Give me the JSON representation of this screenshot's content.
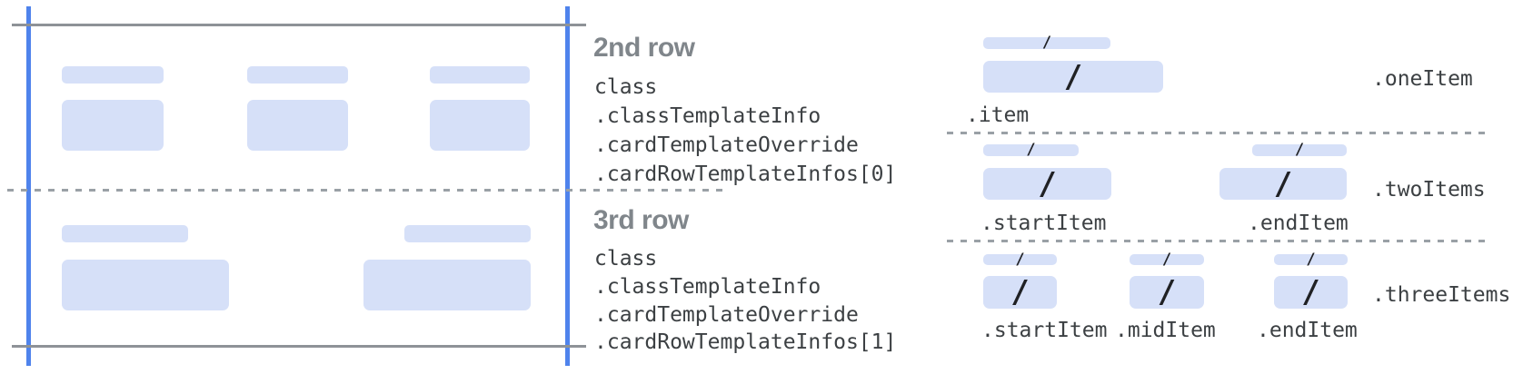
{
  "colors": {
    "accent_blue": "#4f83ec",
    "bar_fill": "#d6e0f8",
    "solid_line_gray": "#8e9297",
    "dashed_line_gray": "#9aa0a6",
    "heading_gray": "#80868b",
    "code_text": "#3c4043",
    "slash_dark": "#202124"
  },
  "slash": "/",
  "annotations": {
    "row2": {
      "title": "2nd row",
      "lines": [
        "class",
        ".classTemplateInfo",
        ".cardTemplateOverride",
        ".cardRowTemplateInfos[0]"
      ]
    },
    "row3": {
      "title": "3rd row",
      "lines": [
        "class",
        ".classTemplateInfo",
        ".cardTemplateOverride",
        ".cardRowTemplateInfos[1]"
      ]
    }
  },
  "legend": {
    "one_item": {
      "group_label": ".oneItem",
      "item_label": ".item"
    },
    "two_items": {
      "group_label": ".twoItems",
      "start_label": ".startItem",
      "end_label": ".endItem"
    },
    "three_items": {
      "group_label": ".threeItems",
      "start_label": ".startItem",
      "mid_label": ".midItem",
      "end_label": ".endItem"
    }
  }
}
